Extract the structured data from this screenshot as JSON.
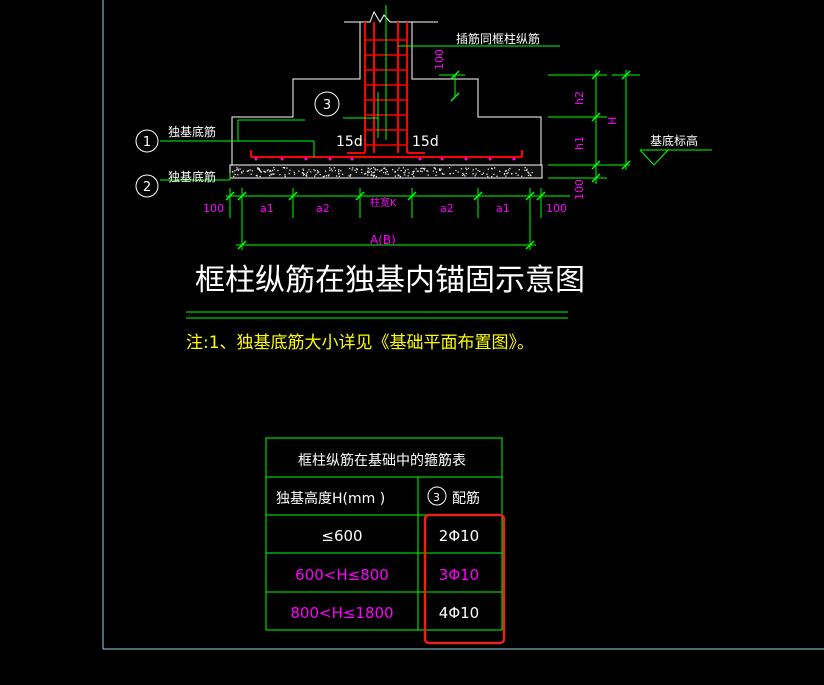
{
  "drawing": {
    "title": "框柱纵筋在独基内锚固示意图",
    "note": "注:1、独基底筋大小详见《基础平面布置图》。",
    "labels": {
      "insert_bar": "插筋同框柱纵筋",
      "base_elevation": "基底标高",
      "bottom_bar_1": "独基底筋",
      "bottom_bar_2": "独基底筋",
      "anchor_left": "15d",
      "anchor_right": "15d",
      "dim_100_top": "100",
      "dim_h2": "h2",
      "dim_h1": "h1",
      "dim_H": "H",
      "dim_100_right": "100",
      "dim_100_left": "100",
      "dim_a1_left": "a1",
      "dim_a2_left": "a2",
      "dim_column": "柱宽K",
      "dim_a2_right": "a2",
      "dim_a1_right": "a1",
      "dim_100_end": "100",
      "dim_AB": "A(B)"
    },
    "callouts": [
      "1",
      "2",
      "3"
    ]
  },
  "table": {
    "title": "框柱纵筋在基础中的箍筋表",
    "header_col1": "独基高度H(mm )",
    "header_col2_callout": "3",
    "header_col2_text": "配筋",
    "rows": [
      {
        "height": "≤600",
        "rebar": "2Φ10"
      },
      {
        "height": "600<H≤800",
        "rebar": "3Φ10"
      },
      {
        "height": "800<H≤1800",
        "rebar": "4Φ10"
      }
    ]
  },
  "colors": {
    "background": "#000000",
    "white": "#ffffff",
    "yellow": "#ffff00",
    "green": "#00ff00",
    "cyan": "#00ffff",
    "magenta": "#ff00ff",
    "red": "#ff0000",
    "highlight": "#e8221b",
    "frame": "#8fd3e8"
  }
}
